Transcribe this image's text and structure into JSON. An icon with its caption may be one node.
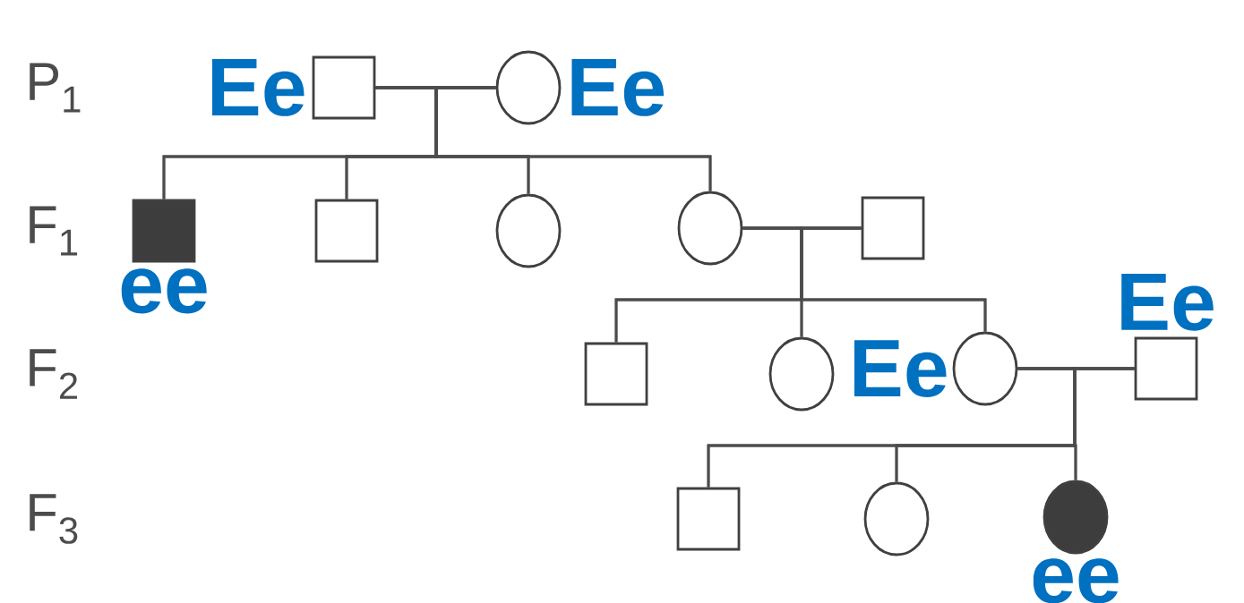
{
  "diagram": {
    "nodes": [
      {
        "text": [],
        "shape": "box",
        "beside": [
          "Ee"
        ]
      },
      {
        "text": [],
        "shape": "circle",
        "beside": [
          "Ee"
        ]
      },
      {
        "text": [],
        "shape": "box",
        "beside": [
          "ee"
        ]
      },
      {
        "text": [],
        "shape": "box"
      },
      {
        "text": [],
        "shape": "circle"
      },
      {
        "text": [],
        "shape": "circle"
      },
      {
        "text": [],
        "shape": "box"
      },
      {
        "text": [],
        "shape": "box"
      },
      {
        "text": [],
        "shape": "circle"
      },
      {
        "text": [],
        "shape": "circle",
        "beside": [
          "Ee"
        ]
      },
      {
        "text": [],
        "shape": "box",
        "beside": [
          "Ee"
        ]
      },
      {
        "text": [],
        "shape": "box"
      },
      {
        "text": [],
        "shape": "circle"
      },
      {
        "text": [],
        "shape": "circle",
        "beside": [
          "ee"
        ]
      }
    ],
    "edges": [
      {
        "from": 0,
        "to": 1,
        "arrow": "none"
      },
      {
        "from": 0,
        "to": 2,
        "arrow": "none"
      },
      {
        "from": 0,
        "to": 3,
        "arrow": "none"
      },
      {
        "from": 0,
        "to": 4,
        "arrow": "none"
      },
      {
        "from": 0,
        "to": 5,
        "arrow": "none"
      },
      {
        "from": 1,
        "to": 2,
        "arrow": "none"
      },
      {
        "from": 1,
        "to": 3,
        "arrow": "none"
      },
      {
        "from": 1,
        "to": 4,
        "arrow": "none"
      },
      {
        "from": 1,
        "to": 5,
        "arrow": "none"
      },
      {
        "from": 5,
        "to": 6,
        "arrow": "none"
      },
      {
        "from": 5,
        "to": 7,
        "arrow": "none"
      },
      {
        "from": 5,
        "to": 8,
        "arrow": "none"
      },
      {
        "from": 5,
        "to": 9,
        "arrow": "none"
      },
      {
        "from": 6,
        "to": 7,
        "arrow": "none"
      },
      {
        "from": 6,
        "to": 8,
        "arrow": "none"
      },
      {
        "from": 6,
        "to": 9,
        "arrow": "none"
      },
      {
        "from": 9,
        "to": 10,
        "arrow": "none"
      },
      {
        "from": 9,
        "to": 11,
        "arrow": "none"
      },
      {
        "from": 9,
        "to": 12,
        "arrow": "none"
      },
      {
        "from": 9,
        "to": 13,
        "arrow": "none"
      },
      {
        "from": 10,
        "to": 11,
        "arrow": "none"
      },
      {
        "from": 10,
        "to": 12,
        "arrow": "none"
      },
      {
        "from": 10,
        "to": 13,
        "arrow": "none"
      }
    ],
    "labels": [
      "P$_{1}$",
      "F$_{1}$",
      "F$_{2}$",
      "F$_{3}$"
    ]
  }
}
